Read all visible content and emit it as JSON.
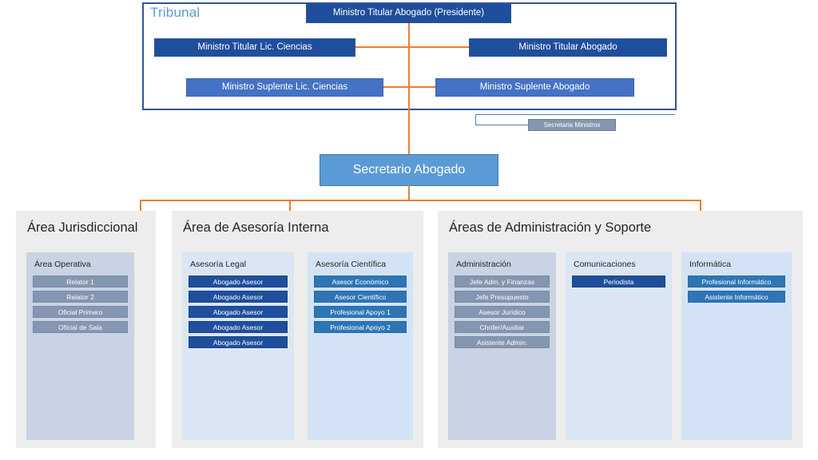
{
  "tribunal": {
    "label": "Tribunal",
    "members": [
      {
        "id": "presidente",
        "label": "Ministro Titular Abogado (Presidente)",
        "style": "dark"
      },
      {
        "id": "titular-lic-ciencias",
        "label": "Ministro Titular Lic. Ciencias",
        "style": "dark"
      },
      {
        "id": "titular-abogado",
        "label": "Ministro Titular Abogado",
        "style": "dark"
      },
      {
        "id": "suplente-lic-ciencias",
        "label": "Ministro Suplente Lic. Ciencias",
        "style": "mid"
      },
      {
        "id": "suplente-abogado",
        "label": "Ministro Suplente Abogado",
        "style": "mid"
      }
    ]
  },
  "secretaria_ministros": {
    "label": "Secretaria Ministros"
  },
  "secretario_abogado": {
    "label": "Secretario Abogado"
  },
  "areas": [
    {
      "id": "jurisdiccional",
      "title": "Área Jurisdiccional",
      "subpanels": [
        {
          "id": "area-operativa",
          "title": "Área Operativa",
          "panel_style": "gray",
          "role_style": "gray",
          "roles": [
            "Relator 1",
            "Relator 2",
            "Oficial Primero",
            "Oficial de Sala"
          ]
        }
      ]
    },
    {
      "id": "asesoria-interna",
      "title": "Área de Asesoría Interna",
      "subpanels": [
        {
          "id": "asesoria-legal",
          "title": "Asesoría Legal",
          "panel_style": "blue",
          "role_style": "navy",
          "roles": [
            "Abogado Asesor",
            "Abogado Asesor",
            "Abogado Asesor",
            "Abogado Asesor",
            "Abogado Asesor"
          ]
        },
        {
          "id": "asesoria-cientifica",
          "title": "Asesoría Científica",
          "panel_style": "blue2",
          "role_style": "mid",
          "roles": [
            "Asesor Económico",
            "Asesor Científico",
            "Profesional Apoyo 1",
            "Profesional Apoyo 2"
          ]
        }
      ]
    },
    {
      "id": "administracion-soporte",
      "title": "Áreas de Administración y Soporte",
      "subpanels": [
        {
          "id": "administracion",
          "title": "Administración",
          "panel_style": "gray",
          "role_style": "gray",
          "roles": [
            "Jefe Adm. y Finanzas",
            "Jefe Presupuesto",
            "Asesor Jurídico",
            "Chofer/Auxiliar",
            "Asistente Admin."
          ]
        },
        {
          "id": "comunicaciones",
          "title": "Comunicaciones",
          "panel_style": "blue",
          "role_style": "navy",
          "roles": [
            "Periodista"
          ]
        },
        {
          "id": "informatica",
          "title": "Informática",
          "panel_style": "blue2",
          "role_style": "mid",
          "roles": [
            "Profesional Informático",
            "Asistente Informático"
          ]
        }
      ]
    }
  ],
  "colors": {
    "connector_orange": "#ED7D31",
    "navy": "#1F4E9C",
    "mid_blue": "#4472C4",
    "accent_blue": "#5B9BD5",
    "role_gray": "#8496B0",
    "role_mid": "#2E75B6",
    "panel_gray": "#EDEDED"
  }
}
